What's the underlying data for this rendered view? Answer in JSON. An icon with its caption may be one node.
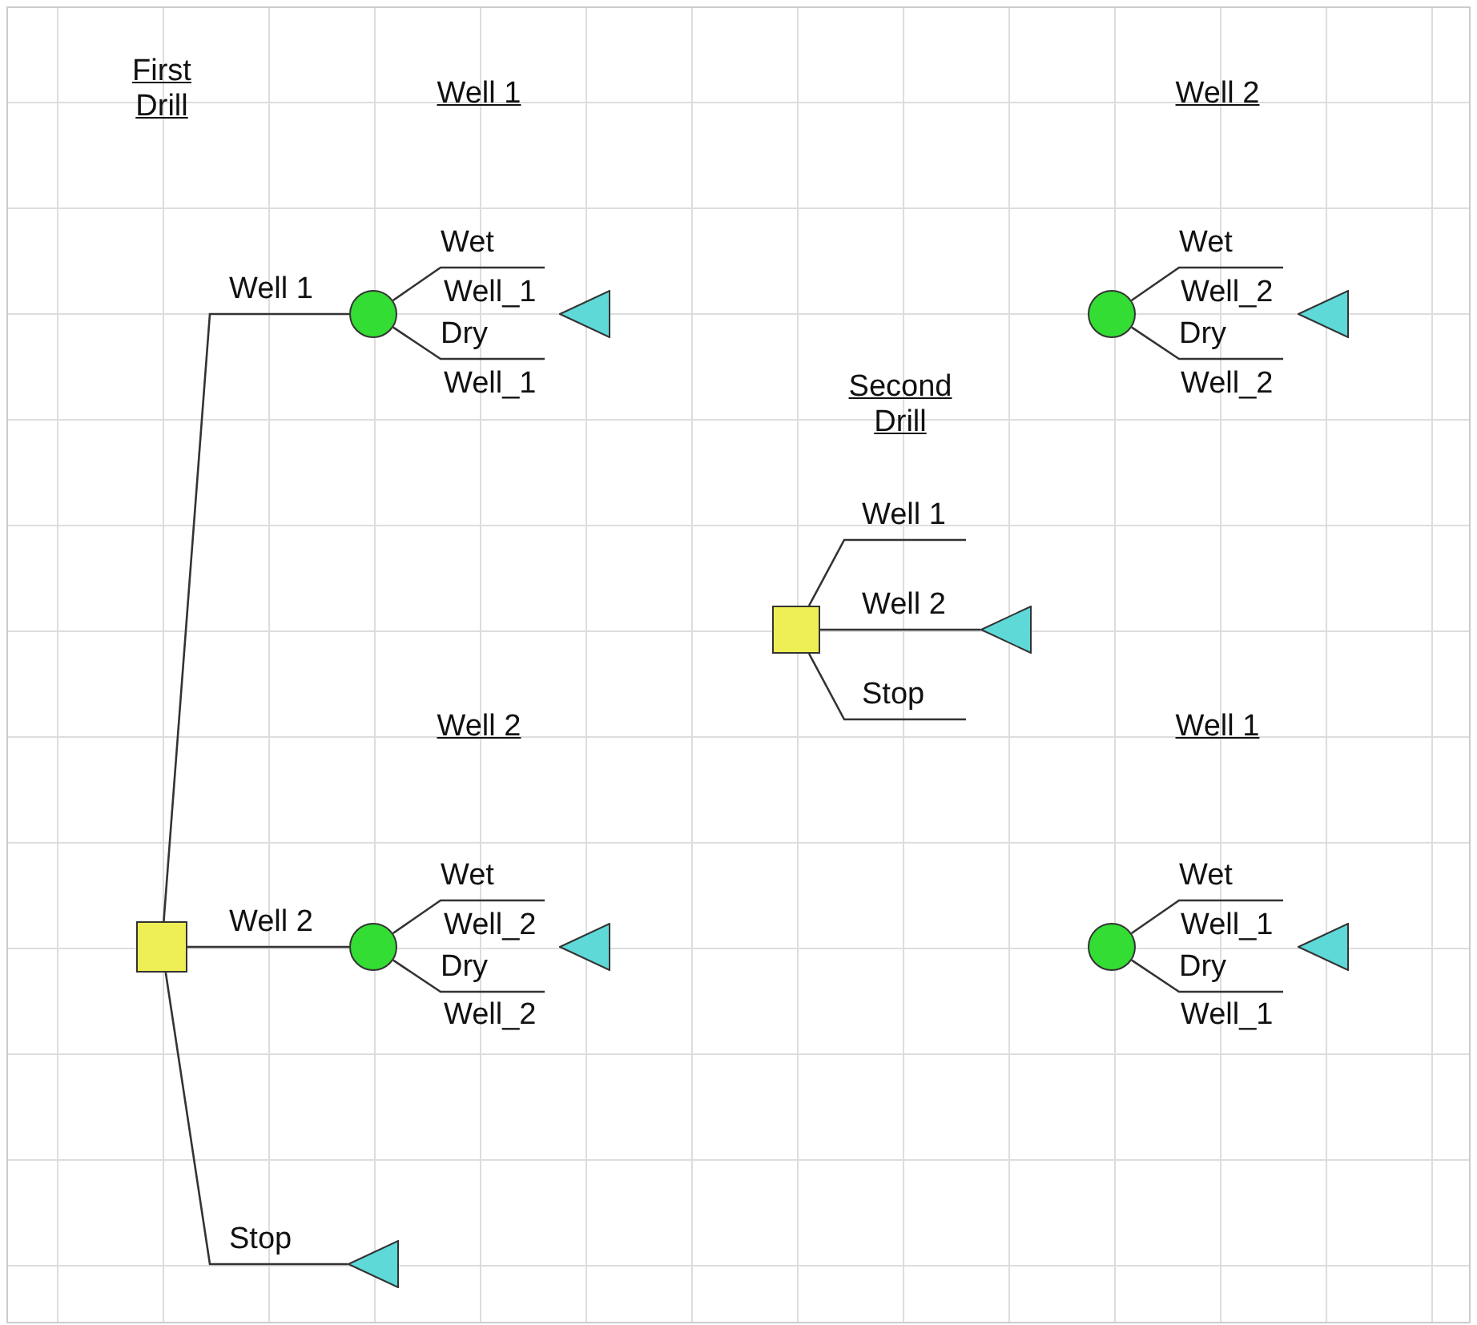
{
  "diagram": {
    "nodes": [
      {
        "text": [],
        "shape": "circle"
      },
      {
        "text": [],
        "shape": "triangle"
      },
      {
        "text": [],
        "shape": "circle"
      },
      {
        "text": [],
        "shape": "triangle"
      },
      {
        "text": [],
        "shape": "box"
      },
      {
        "text": [],
        "shape": "triangle"
      },
      {
        "text": [],
        "shape": "circle"
      },
      {
        "text": [],
        "shape": "triangle"
      },
      {
        "text": [],
        "shape": "circle"
      },
      {
        "text": [],
        "shape": "triangle"
      },
      {
        "text": [],
        "shape": "box"
      },
      {
        "text": [],
        "shape": "triangle"
      }
    ],
    "edges": [
      {
        "from": 10,
        "to": 0,
        "arrow": "none",
        "label": "Well 1"
      },
      {
        "from": 10,
        "to": 6,
        "arrow": "none",
        "label": "Well 2"
      },
      {
        "from": 10,
        "to": 11,
        "arrow": "none",
        "label": "Stop"
      },
      {
        "from": 0,
        "to": null,
        "arrow": "none",
        "label": "Wet"
      },
      {
        "from": 0,
        "to": null,
        "arrow": "none",
        "label": "Dry"
      },
      {
        "from": 2,
        "to": null,
        "arrow": "none",
        "label": "Wet"
      },
      {
        "from": 2,
        "to": null,
        "arrow": "none",
        "label": "Dry"
      },
      {
        "from": 4,
        "to": null,
        "arrow": "none",
        "label": "Well 1"
      },
      {
        "from": 4,
        "to": 5,
        "arrow": "none",
        "label": "Well 2"
      },
      {
        "from": 4,
        "to": null,
        "arrow": "none",
        "label": "Stop"
      },
      {
        "from": 6,
        "to": null,
        "arrow": "none",
        "label": "Wet"
      },
      {
        "from": 6,
        "to": null,
        "arrow": "none",
        "label": "Dry"
      },
      {
        "from": 8,
        "to": null,
        "arrow": "none",
        "label": "Wet"
      },
      {
        "from": 8,
        "to": null,
        "arrow": "none",
        "label": "Dry"
      }
    ],
    "labels": [
      "First Drill",
      "Well 1",
      "Well 2",
      "Well_1",
      "Well_2",
      "Well_1",
      "Well_2",
      "Second Drill",
      "Well 2",
      "Well 1",
      "Well_2",
      "Well_1",
      "Well_2",
      "Well_1"
    ]
  }
}
